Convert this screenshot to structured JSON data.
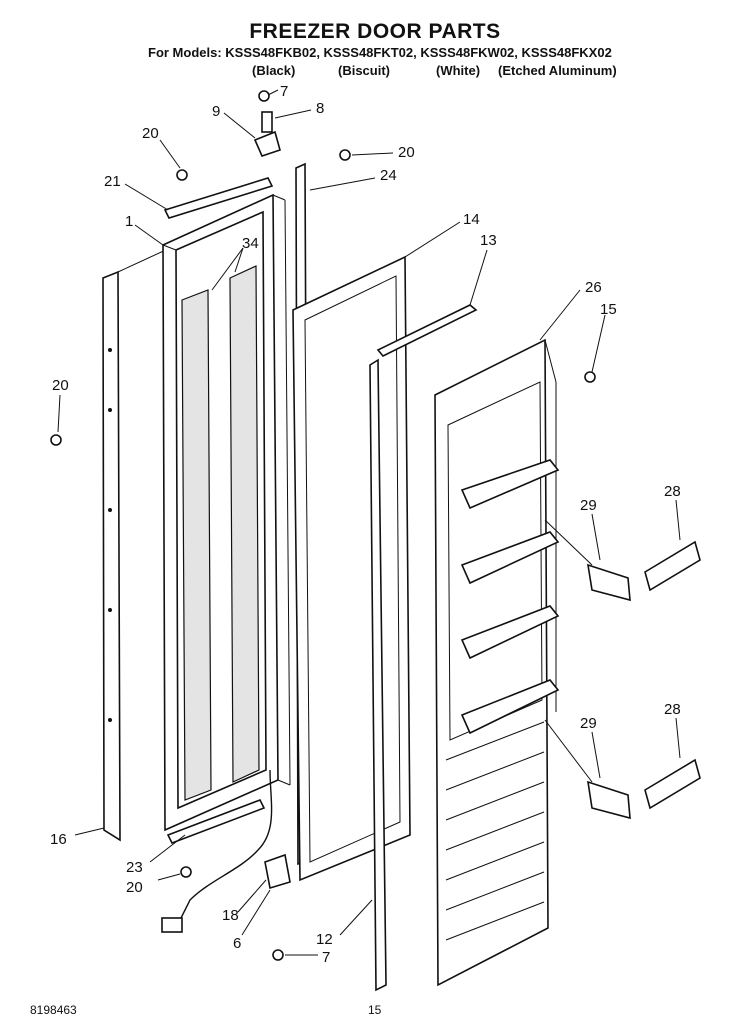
{
  "header": {
    "title": "FREEZER DOOR PARTS",
    "models": "For Models: KSSS48FKB02, KSSS48FKT02, KSSS48FKW02, KSSS48FKX02",
    "finishes": [
      "(Black)",
      "(Biscuit)",
      "(White)",
      "(Etched Aluminum)"
    ]
  },
  "callouts": {
    "c7a": "7",
    "c8": "8",
    "c9": "9",
    "c20a": "20",
    "c20b": "20",
    "c21": "21",
    "c24": "24",
    "c1": "1",
    "c34": "34",
    "c14": "14",
    "c13": "13",
    "c26": "26",
    "c15": "15",
    "c20c": "20",
    "c29a": "29",
    "c28a": "28",
    "c29b": "29",
    "c28b": "28",
    "c16": "16",
    "c23": "23",
    "c20d": "20",
    "c18": "18",
    "c6": "6",
    "c12": "12",
    "c7b": "7"
  },
  "footer": {
    "doc_number": "8198463",
    "page": "15"
  }
}
